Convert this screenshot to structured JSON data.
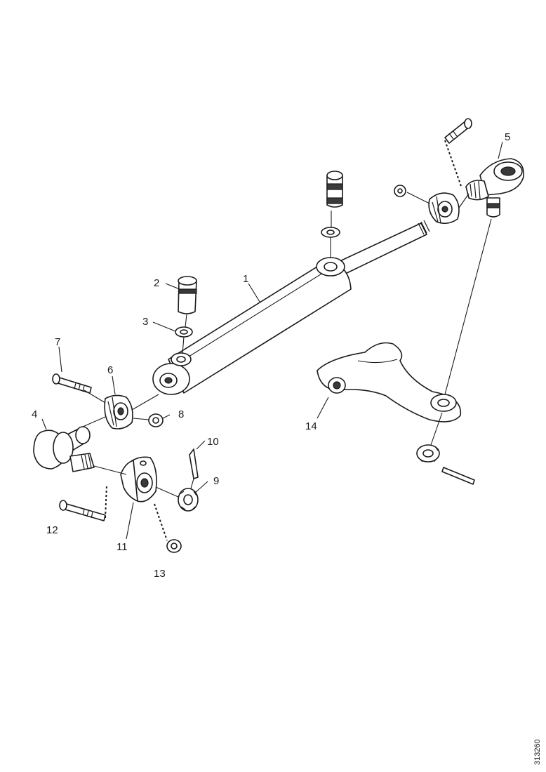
{
  "callouts": {
    "c1": "1",
    "c2": "2",
    "c3": "3",
    "c4": "4",
    "c5": "5",
    "c6": "6",
    "c7": "7",
    "c8": "8",
    "c9": "9",
    "c10": "10",
    "c11": "11",
    "c12": "12",
    "c13": "13",
    "c14": "14"
  },
  "figure_ref": "313260"
}
